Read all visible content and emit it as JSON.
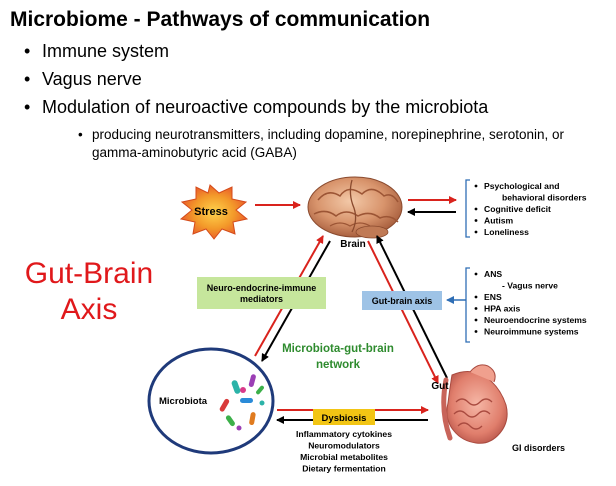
{
  "title": "Microbiome - Pathways of communication",
  "bullets": [
    "Immune system",
    "Vagus nerve",
    "Modulation of neuroactive compounds by the microbiota"
  ],
  "sub_bullet": "producing neurotransmitters, including dopamine, norepinephrine, serotonin, or gamma-aminobutyric acid (GABA)",
  "side_title_lines": [
    "Gut-Brain",
    "Axis"
  ],
  "diagram": {
    "stress": "Stress",
    "brain": "Brain",
    "gut": "Gut",
    "microbiota": "Microbiota",
    "neuro_label_lines": [
      "Neuro-endocrine-immune",
      "mediators"
    ],
    "gut_brain_axis": "Gut-brain axis",
    "network_lines": [
      "Microbiota-gut-brain",
      "network"
    ],
    "dysbiosis": "Dysbiosis",
    "dysbiosis_effects": [
      "Inflammatory cytokines",
      "Neuromodulators",
      "Microbial metabolites",
      "Dietary fermentation"
    ],
    "gi_disorders": "GI disorders",
    "brain_outcomes": [
      {
        "text": "Psychological and",
        "bullet": true
      },
      {
        "text": "behavioral disorders",
        "bullet": false
      },
      {
        "text": "Cognitive deficit",
        "bullet": true
      },
      {
        "text": "Autism",
        "bullet": true
      },
      {
        "text": "Loneliness",
        "bullet": true
      }
    ],
    "axis_pathways": [
      {
        "text": "ANS",
        "bullet": true
      },
      {
        "text": "- Vagus nerve",
        "bullet": false
      },
      {
        "text": "ENS",
        "bullet": true
      },
      {
        "text": "HPA axis",
        "bullet": true
      },
      {
        "text": "Neuroendocrine systems",
        "bullet": true
      },
      {
        "text": "Neuroimmune systems",
        "bullet": true
      }
    ]
  },
  "colors": {
    "title_red": "#e0181b",
    "arrow_red": "#d9231d",
    "network_green": "#2e8b2e",
    "mediator_box": "#c6e69c",
    "axis_box": "#9ec3e6",
    "dysbiosis_box": "#f2c514",
    "microbiota_ring": "#1f3a7a",
    "bracket_blue": "#2f6eb5"
  }
}
